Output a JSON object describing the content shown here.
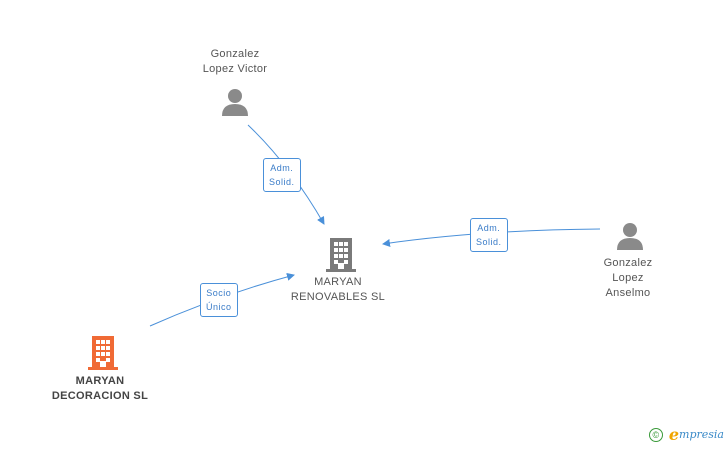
{
  "colors": {
    "edge": "#4a90d9",
    "person_icon": "#8a8a8a",
    "company_icon": "#7a7a7a",
    "company_highlight": "#f06a35"
  },
  "nodes": {
    "person_victor": {
      "line1": "Gonzalez",
      "line2": "Lopez Victor",
      "icon": "person-icon"
    },
    "person_anselmo": {
      "line1": "Gonzalez",
      "line2": "Lopez",
      "line3": "Anselmo",
      "icon": "person-icon"
    },
    "company_renovables": {
      "line1": "MARYAN",
      "line2": "RENOVABLES SL",
      "icon": "building-icon"
    },
    "company_decoracion": {
      "line1": "MARYAN",
      "line2": "DECORACION SL",
      "icon": "building-icon"
    }
  },
  "edges": {
    "victor_to_renovables": {
      "line1": "Adm.",
      "line2": "Solid."
    },
    "anselmo_to_renovables": {
      "line1": "Adm.",
      "line2": "Solid."
    },
    "decoracion_to_renovables": {
      "line1": "Socio",
      "line2": "Único"
    }
  },
  "footer": {
    "copyright": "©",
    "brand_initial": "e",
    "brand_rest": "mpresia"
  }
}
